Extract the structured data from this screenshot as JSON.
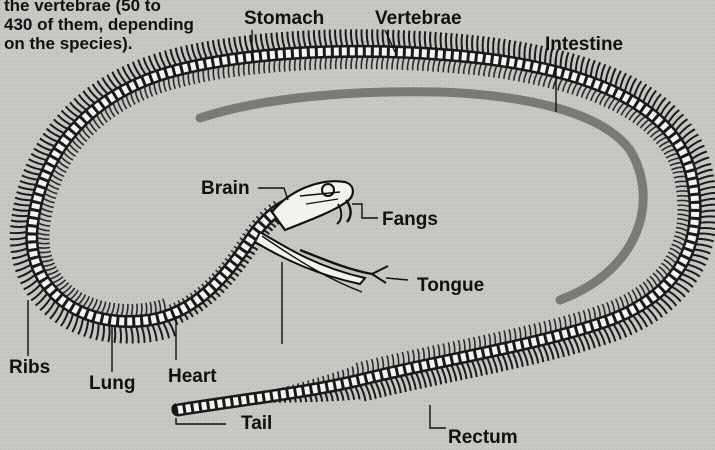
{
  "intro_lines": [
    "the vertebrae (50 to",
    "430 of them, depending",
    "on the species)."
  ],
  "labels": {
    "stomach": "Stomach",
    "vertebrae": "Vertebrae",
    "intestine": "Intestine",
    "brain": "Brain",
    "fangs": "Fangs",
    "tongue": "Tongue",
    "ribs": "Ribs",
    "lung": "Lung",
    "heart": "Heart",
    "tail": "Tail",
    "rectum": "Rectum"
  }
}
